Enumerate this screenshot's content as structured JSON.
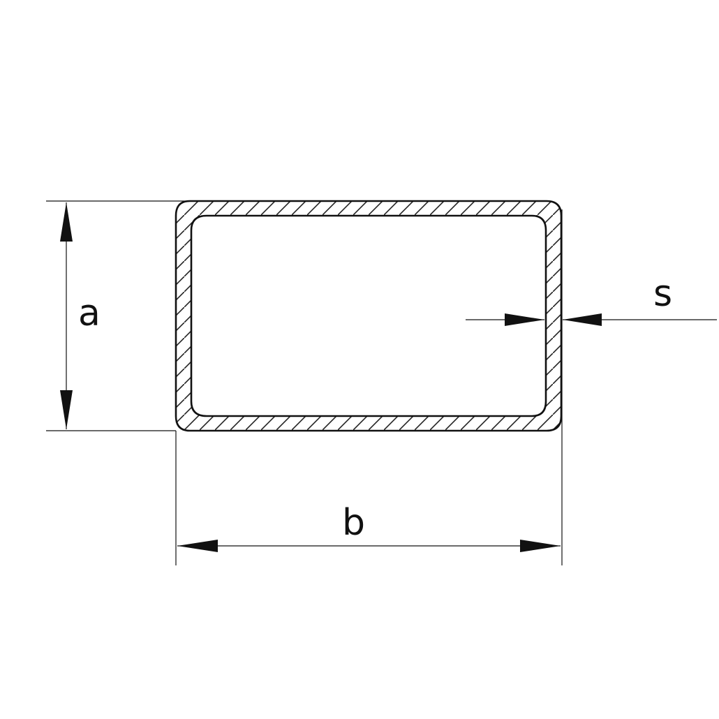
{
  "diagram": {
    "type": "rectangular hollow section (tube) cross-section",
    "colors": {
      "line": "#111111",
      "background": "#ffffff",
      "hatch": "#222222"
    },
    "labels": {
      "height": "a",
      "width": "b",
      "wall_thickness": "s"
    }
  }
}
